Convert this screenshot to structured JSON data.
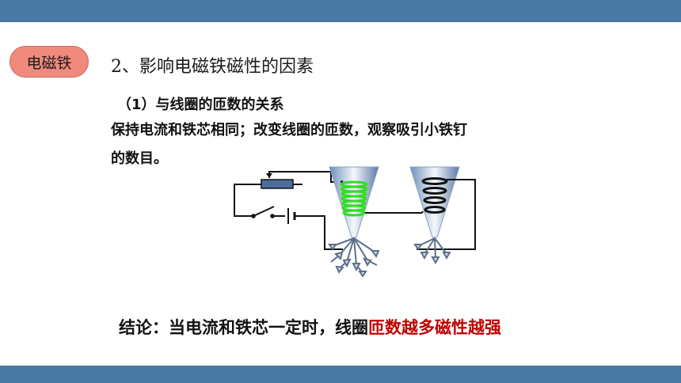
{
  "slide": {
    "tag_label": "电磁铁",
    "heading": "2、影响电磁铁磁性的因素",
    "subheading": "（1）与线圈的匝数的关系",
    "text_line1": "保持电流和铁芯相同；改变线圈的匝数，观察吸引小铁钉",
    "text_line2": "的数目。",
    "conclusion_prefix": "结论：当电流和铁芯一定时，线圈",
    "conclusion_highlight": "匝数越多磁性越强"
  },
  "colors": {
    "bar": "#4a79a5",
    "tag_fill": "#f08a7c",
    "highlight": "#c00000",
    "coil_many": "#33dd22",
    "coil_few": "#111111"
  }
}
